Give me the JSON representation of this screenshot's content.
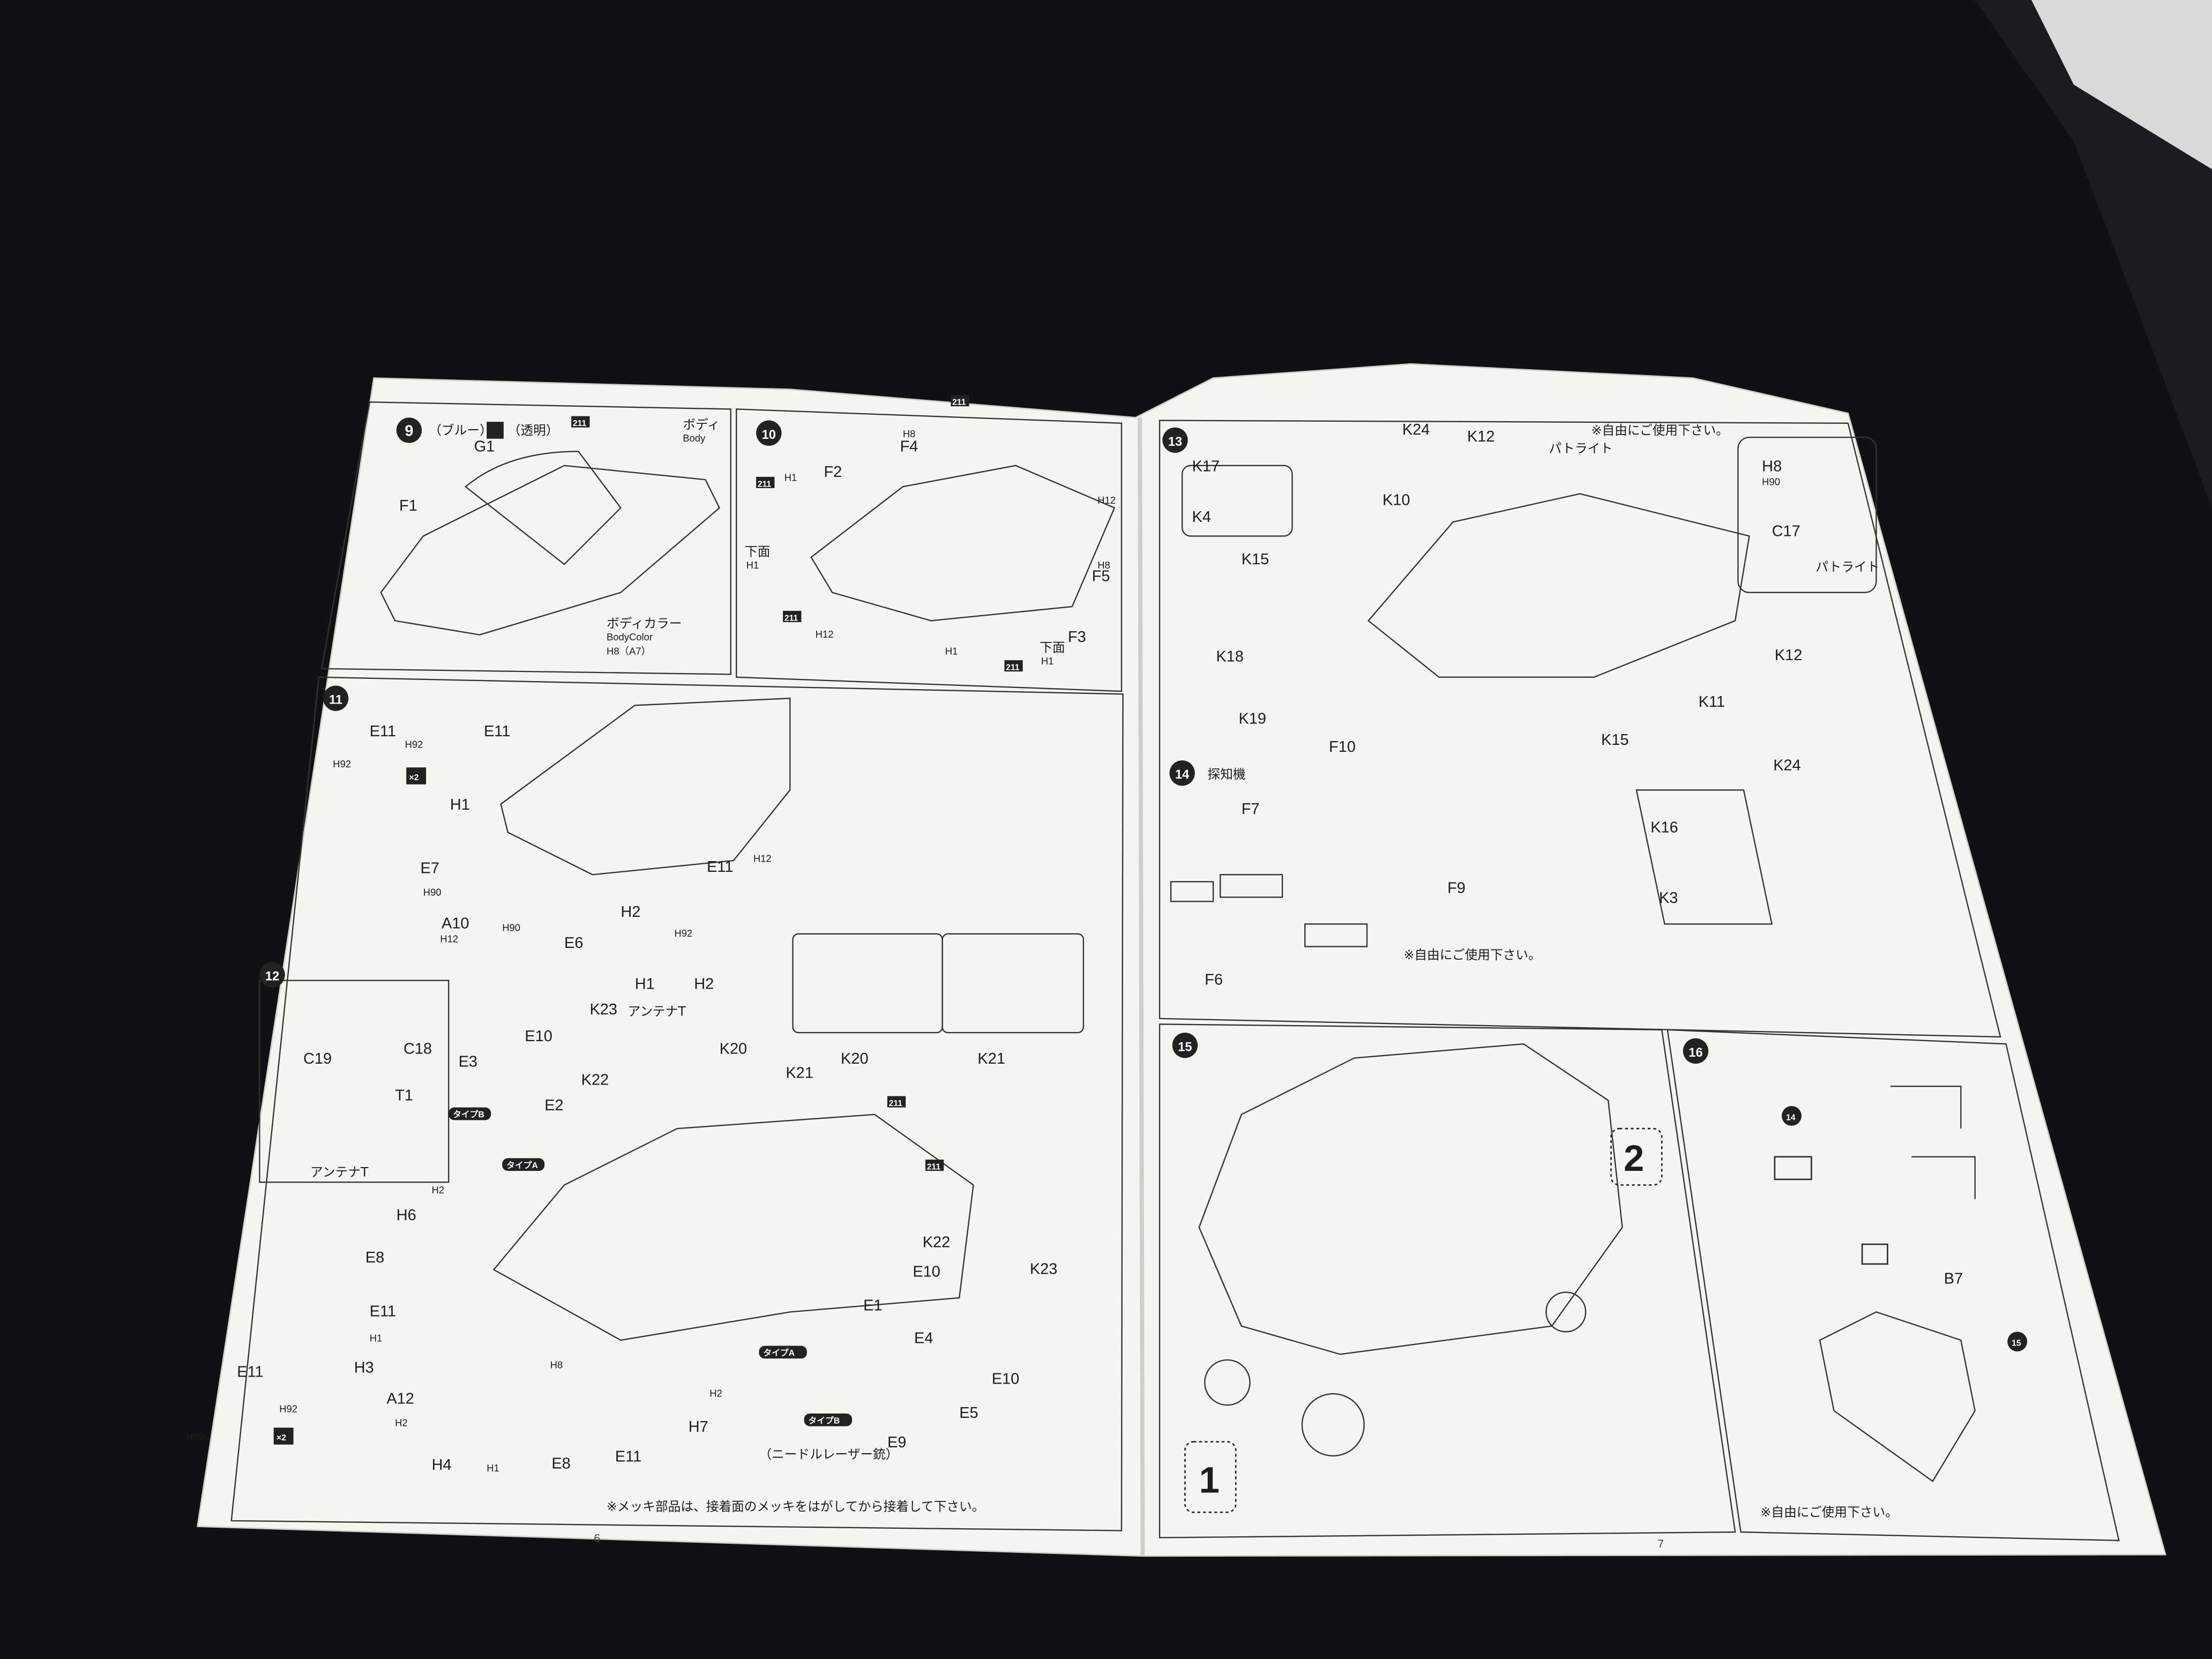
{
  "pages": {
    "left_number": "6",
    "right_number": "7"
  },
  "step9": {
    "number": "9",
    "blue": "（ブルー）",
    "clear": "（透明）",
    "g1": "G1",
    "tag211": "211",
    "body_jp": "ボディ",
    "body_en": "Body",
    "f1": "F1",
    "bodycolor_jp": "ボディカラー",
    "bodycolor_en": "BodyColor",
    "bodycolor_code": "H8（A7）"
  },
  "step10": {
    "number": "10",
    "h8a": "H8",
    "f4": "F4",
    "tag211a": "211",
    "h1a": "H1",
    "f2": "F2",
    "tag211b": "211",
    "h12a": "H12",
    "under_a": "下面",
    "h1b": "H1",
    "h8b": "H8",
    "f5": "F5",
    "tag211c": "211",
    "h12b": "H12",
    "f3": "F3",
    "h1c": "H1",
    "under_b": "下面",
    "h1d": "H1",
    "tag211d": "211"
  },
  "step11": {
    "number": "11",
    "e11a": "E11",
    "h92a": "H92",
    "h92b": "H92",
    "x2": "×2",
    "e11b": "E11",
    "h1": "H1",
    "e7": "E7",
    "h90a": "H90",
    "a10": "A10",
    "h12a": "H12",
    "h90b": "H90",
    "e6": "E6",
    "h2": "H2",
    "e11c": "E11",
    "h12b": "H12",
    "h92c": "H92",
    "h1b": "H1",
    "h2b": "H2"
  },
  "step12": {
    "number": "12",
    "c19": "C19",
    "c18": "C18",
    "t1": "T1",
    "antenna_t": "アンテナT",
    "e3": "E3",
    "e10a": "E10",
    "k23a": "K23",
    "antenna_t2": "アンテナT",
    "k20a": "K20",
    "k21a": "K21",
    "k20b": "K20",
    "k21b": "K21",
    "tag211a": "211",
    "tag211b": "211",
    "type_b1": "タイプB",
    "e2": "E2",
    "k22a": "K22",
    "type_a1": "タイプA",
    "h2a": "H2",
    "h6": "H6",
    "e8a": "E8",
    "e11a": "E11",
    "h1a": "H1",
    "h3": "H3",
    "a12": "A12",
    "h2b": "H2",
    "h8": "H8",
    "h1b": "H1",
    "h4": "H4",
    "e8b": "E8",
    "e11b": "E11",
    "h7": "H7",
    "h2c": "H2",
    "k22b": "K22",
    "e10b": "E10",
    "e1": "E1",
    "e4": "E4",
    "k23b": "K23",
    "type_a2": "タイプA",
    "e10c": "E10",
    "e5": "E5",
    "type_b2": "タイプB",
    "e9": "E9",
    "needle_laser": "（ニードルレーザー銃）",
    "e11c": "E11",
    "h92a": "H92",
    "h92b": "H92",
    "x2": "×2",
    "note": "※メッキ部品は、接着面のメッキをはがしてから接着して下さい。"
  },
  "step13": {
    "number": "13",
    "k17": "K17",
    "k4": "K4",
    "k24a": "K24",
    "k12a": "K12",
    "free_use": "※自由にご使用下さい。",
    "patlight_a": "パトライト",
    "k10": "K10",
    "k15a": "K15",
    "h8": "H8",
    "h90": "H90",
    "c17": "C17",
    "patlight_b": "パトライト",
    "k18": "K18",
    "k12b": "K12",
    "k19": "K19",
    "k11": "K11",
    "k15b": "K15",
    "k24b": "K24",
    "k16": "K16",
    "k3": "K3"
  },
  "step14": {
    "number": "14",
    "title": "探知機",
    "f10": "F10",
    "f7": "F7",
    "f9": "F9",
    "free_use": "※自由にご使用下さい。",
    "f6": "F6"
  },
  "step15": {
    "number": "15",
    "sub2": "2",
    "sub1": "1"
  },
  "step16": {
    "number": "16",
    "ref14": "14",
    "b7": "B7",
    "ref15": "15",
    "free_use": "※自由にご使用下さい。"
  }
}
